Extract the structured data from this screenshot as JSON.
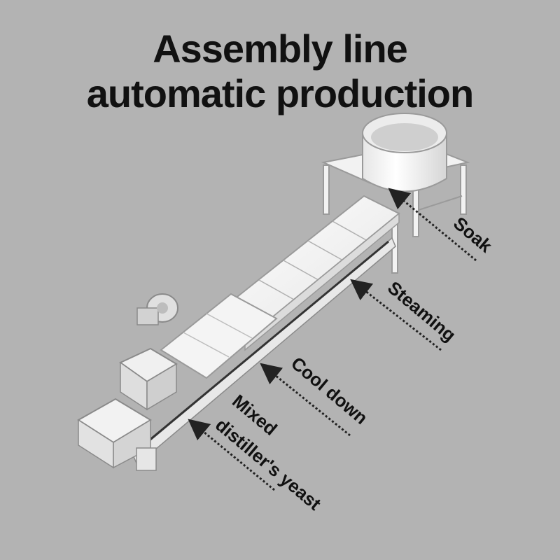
{
  "title": {
    "line1": "Assembly line",
    "line2": "automatic production"
  },
  "stages": {
    "soak": "Soak",
    "steaming": "Steaming",
    "cool_down": "Cool down",
    "yeast_line1": "Mixed",
    "yeast_line2": "distiller's yeast"
  }
}
